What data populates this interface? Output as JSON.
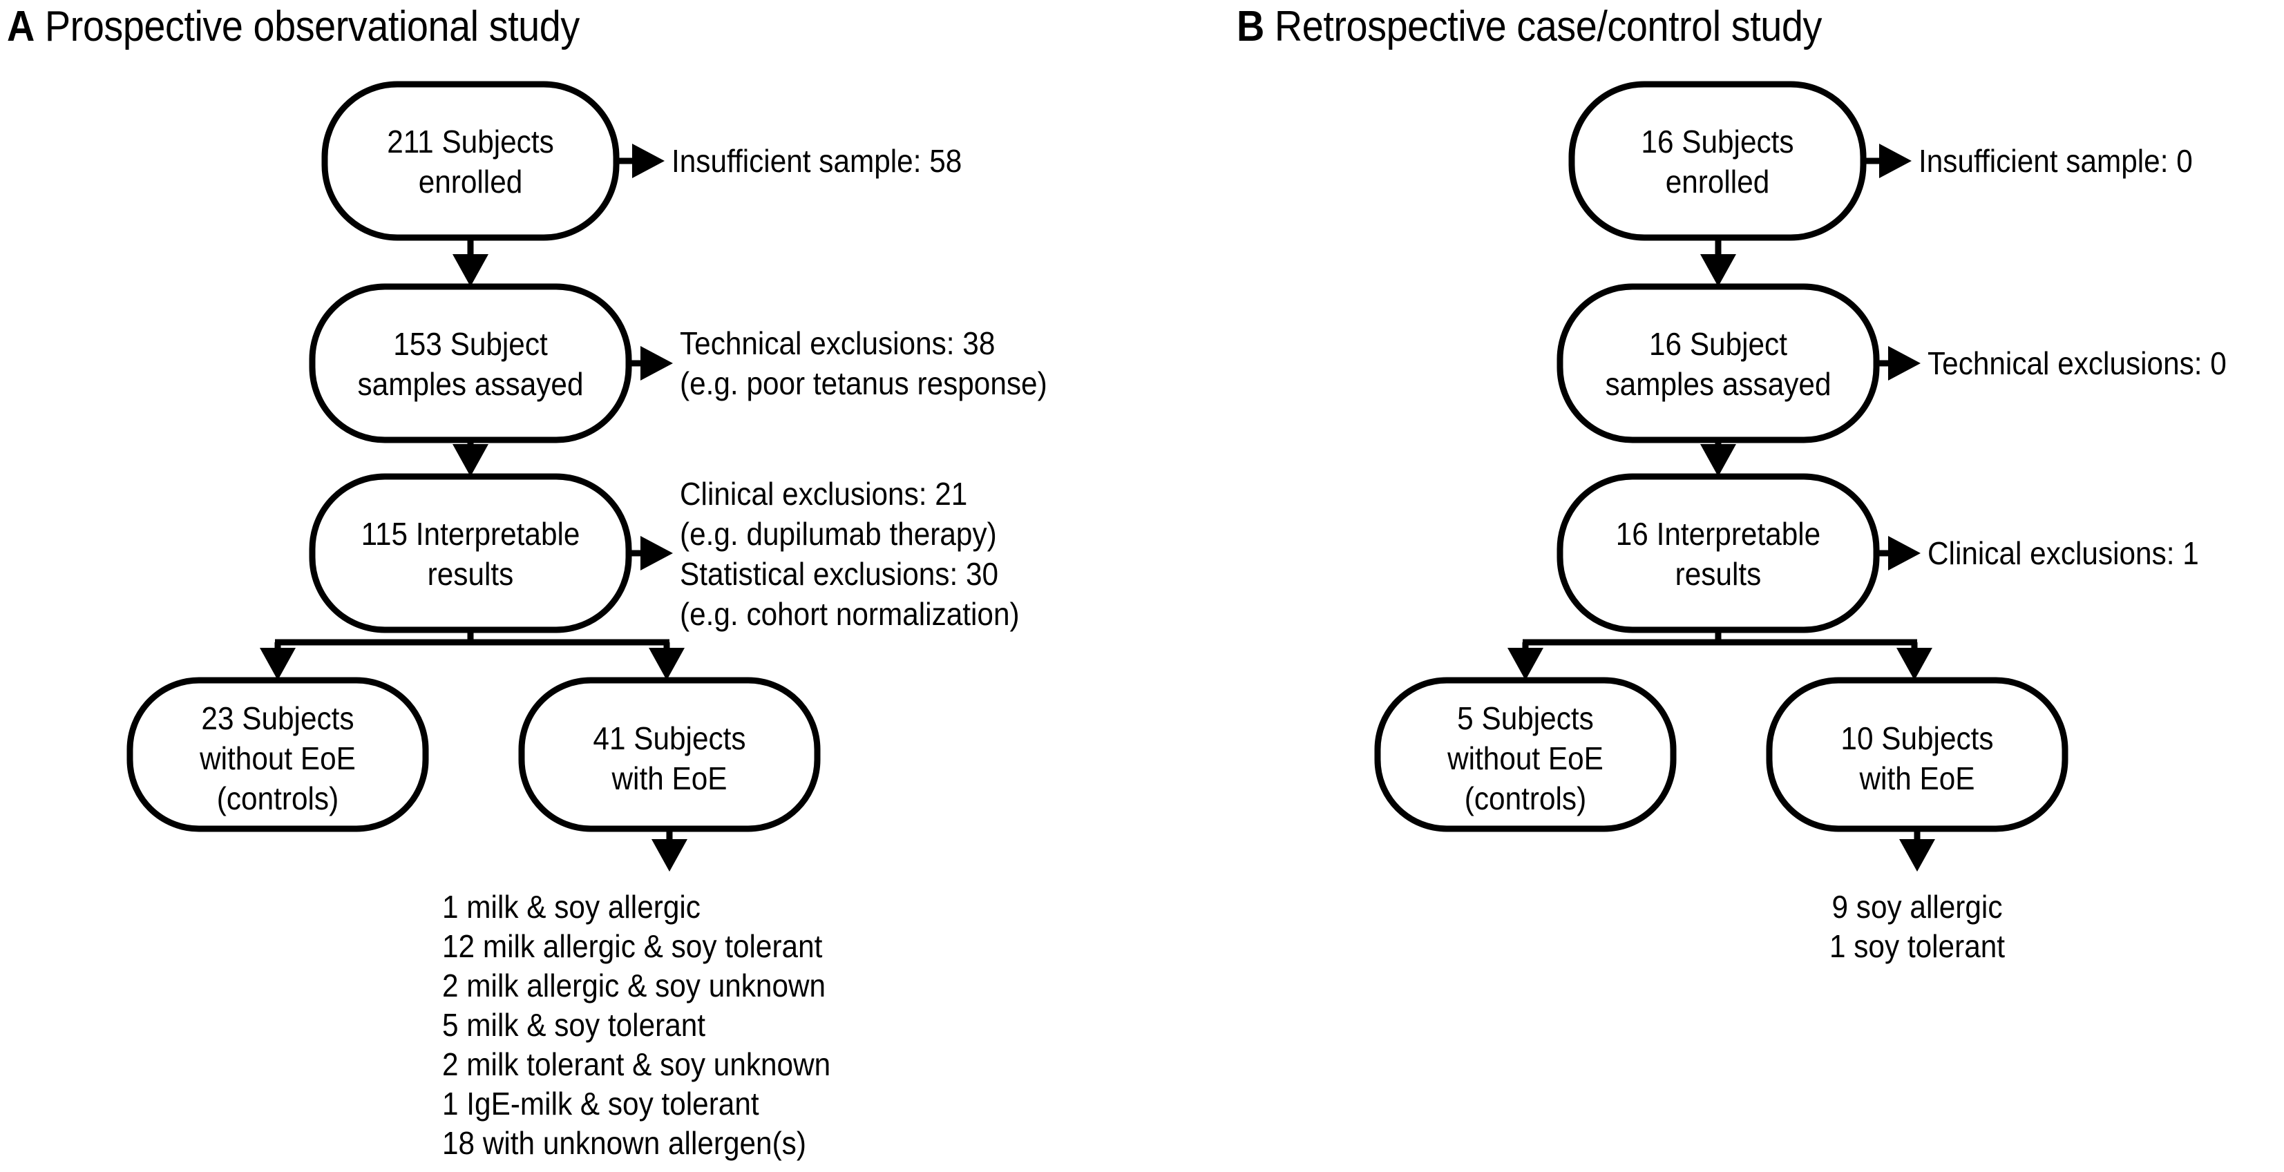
{
  "figure": {
    "type": "flowchart",
    "background": "#ffffff",
    "stroke_color": "#000000"
  },
  "panels": [
    {
      "letter": "A",
      "title": "Prospective observational study",
      "nodes": [
        {
          "name": "enrolled",
          "lines": [
            "211 Subjects",
            "enrolled"
          ]
        },
        {
          "name": "assayed",
          "lines": [
            "153 Subject",
            "samples assayed"
          ]
        },
        {
          "name": "interpretable",
          "lines": [
            "115 Interpretable",
            "results"
          ]
        },
        {
          "name": "controls",
          "lines": [
            "23 Subjects",
            "without EoE",
            "(controls)"
          ]
        },
        {
          "name": "cases",
          "lines": [
            "41 Subjects",
            "with EoE"
          ]
        }
      ],
      "exclusions": [
        {
          "name": "insufficient-sample",
          "lines": [
            "Insufficient sample: 58"
          ]
        },
        {
          "name": "technical-exclusions",
          "lines": [
            "Technical exclusions: 38",
            "(e.g. poor tetanus response)"
          ]
        },
        {
          "name": "clinical-statistical-exclusions",
          "lines": [
            "Clinical exclusions: 21",
            "(e.g. dupilumab therapy)",
            "Statistical exclusions: 30",
            "(e.g. cohort normalization)"
          ]
        }
      ],
      "allergen_breakdown": [
        "1 milk & soy allergic",
        "12 milk allergic & soy tolerant",
        "2 milk allergic & soy unknown",
        "5 milk & soy tolerant",
        "2 milk tolerant & soy unknown",
        "1 IgE-milk & soy tolerant",
        "18 with unknown allergen(s)"
      ]
    },
    {
      "letter": "B",
      "title": "Retrospective case/control study",
      "nodes": [
        {
          "name": "enrolled",
          "lines": [
            "16 Subjects",
            "enrolled"
          ]
        },
        {
          "name": "assayed",
          "lines": [
            "16 Subject",
            "samples assayed"
          ]
        },
        {
          "name": "interpretable",
          "lines": [
            "16 Interpretable",
            "results"
          ]
        },
        {
          "name": "controls",
          "lines": [
            "5 Subjects",
            "without EoE",
            "(controls)"
          ]
        },
        {
          "name": "cases",
          "lines": [
            "10 Subjects",
            "with EoE"
          ]
        }
      ],
      "exclusions": [
        {
          "name": "insufficient-sample",
          "lines": [
            "Insufficient sample: 0"
          ]
        },
        {
          "name": "technical-exclusions",
          "lines": [
            "Technical exclusions: 0"
          ]
        },
        {
          "name": "clinical-exclusions",
          "lines": [
            "Clinical exclusions: 1"
          ]
        }
      ],
      "allergen_breakdown": [
        "9 soy allergic",
        "1 soy tolerant"
      ]
    }
  ]
}
